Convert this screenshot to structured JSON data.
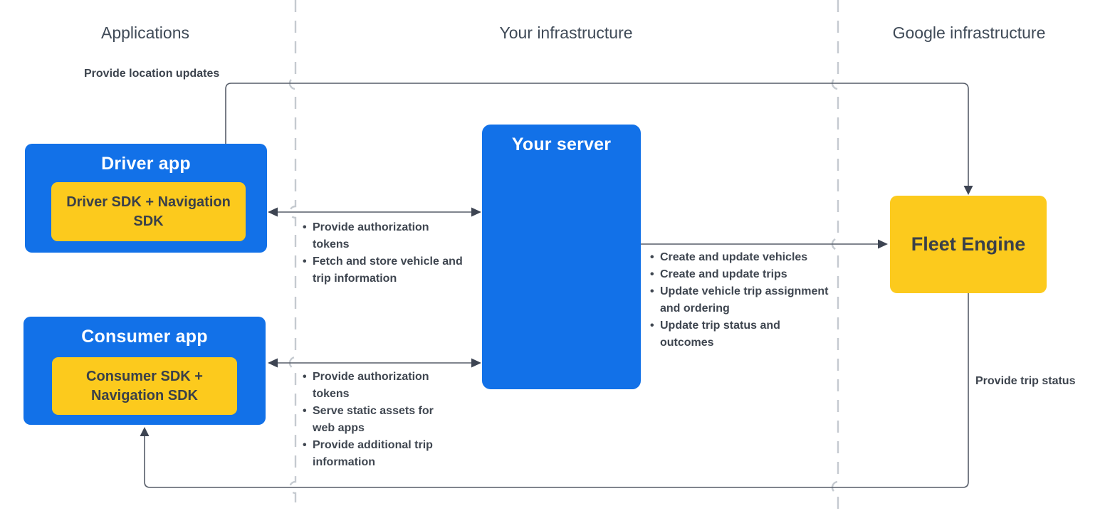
{
  "columns": {
    "applications": "Applications",
    "your_infrastructure": "Your infrastructure",
    "google_infrastructure": "Google infrastructure"
  },
  "nodes": {
    "driver_app": {
      "title": "Driver app",
      "sdk": "Driver SDK + Navigation SDK"
    },
    "consumer_app": {
      "title": "Consumer app",
      "sdk": "Consumer SDK + Navigation SDK"
    },
    "your_server": {
      "title": "Your server"
    },
    "fleet_engine": {
      "title": "Fleet Engine"
    }
  },
  "edge_labels": {
    "provide_location_updates": "Provide location updates",
    "provide_trip_status": "Provide trip status"
  },
  "edge_lists": {
    "driver_server": [
      "Provide authorization tokens",
      "Fetch and store vehicle and trip information"
    ],
    "consumer_server": [
      "Provide authorization tokens",
      "Serve static assets for web apps",
      "Provide additional trip information"
    ],
    "server_fleet_engine": [
      "Create and update vehicles",
      "Create and update trips",
      "Update vehicle trip assignment and ordering",
      "Update trip status and outcomes"
    ]
  },
  "colors": {
    "box_blue": "#1271e8",
    "box_yellow": "#fcca1d",
    "connector_line": "#565d69",
    "arrowhead": "#3d4452",
    "divider_gray": "#c5cad0",
    "bullet_text": "#3f4650",
    "header_text": "#3f4a57",
    "background": "#ffffff"
  }
}
